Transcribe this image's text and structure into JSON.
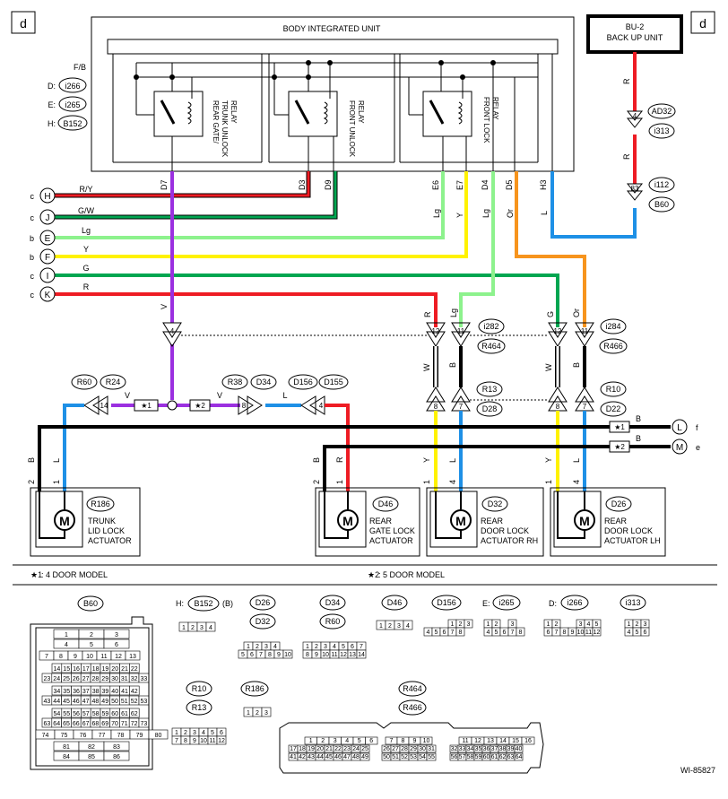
{
  "page_letter": "d",
  "unit_title": "BODY INTEGRATED UNIT",
  "backup_unit": {
    "line1": "BU-2",
    "line2": "BACK UP UNIT"
  },
  "fb": {
    "title": "F/B",
    "rows": [
      {
        "key": "D:",
        "code": "i266"
      },
      {
        "key": "E:",
        "code": "i265"
      },
      {
        "key": "H:",
        "code": "B152"
      }
    ]
  },
  "relays": [
    {
      "lines": [
        "REAR GATE/",
        "TRUNK UNLOCK",
        "RELAY"
      ]
    },
    {
      "lines": [
        "FRONT UNLOCK",
        "RELAY"
      ]
    },
    {
      "lines": [
        "FRONT LOCK",
        "RELAY"
      ]
    }
  ],
  "pins": [
    "D7",
    "D3",
    "D9",
    "E6",
    "E7",
    "D4",
    "D5",
    "H3"
  ],
  "wire_colors": [
    "R/Y",
    "G/W",
    "Lg",
    "Y",
    "G",
    "R",
    "V",
    "Lg",
    "Y",
    "Lg",
    "Or",
    "L",
    "B",
    "W"
  ],
  "bus_lines": [
    {
      "side": "c",
      "node": "H",
      "label": "R/Y"
    },
    {
      "side": "c",
      "node": "J",
      "label": "G/W"
    },
    {
      "side": "b",
      "node": "E",
      "label": "Lg"
    },
    {
      "side": "b",
      "node": "F",
      "label": "Y"
    },
    {
      "side": "c",
      "node": "I",
      "label": "G"
    },
    {
      "side": "c",
      "node": "K",
      "label": "R"
    }
  ],
  "connectors": {
    "ad32": "AD32",
    "i313": "i313",
    "i112": "i112",
    "b60": "B60",
    "i282": "i282",
    "r464": "R464",
    "i284": "i284",
    "r466": "R466",
    "r13": "R13",
    "d28": "D28",
    "r10": "R10",
    "d22": "D22",
    "r60": "R60",
    "r24": "R24",
    "r38": "R38",
    "d34": "D34",
    "d156": "D156",
    "d155": "D155"
  },
  "pin_numbers": {
    "p4": "4",
    "p83": "83",
    "p14": "14",
    "p8": "8",
    "p12": "12",
    "p11": "11",
    "p7": "7",
    "p2": "2",
    "p1": "1"
  },
  "splice": {
    "s1": "★1",
    "s2": "★2"
  },
  "right_ends": [
    {
      "node": "L",
      "side": "f",
      "label": "B",
      "mark": "★1"
    },
    {
      "node": "M",
      "side": "e",
      "label": "B",
      "mark": "★2"
    }
  ],
  "actuators": [
    {
      "conn": "R186",
      "lines": [
        "TRUNK",
        "LID LOCK",
        "ACTUATOR"
      ]
    },
    {
      "conn": "D46",
      "lines": [
        "REAR",
        "GATE LOCK",
        "ACTUATOR"
      ]
    },
    {
      "conn": "D32",
      "lines": [
        "REAR",
        "DOOR LOCK",
        "ACTUATOR RH"
      ]
    },
    {
      "conn": "D26",
      "lines": [
        "REAR",
        "DOOR LOCK",
        "ACTUATOR LH"
      ]
    }
  ],
  "motor_symbol": "M",
  "notes": [
    {
      "mark": "★1",
      "text": ": 4 DOOR MODEL"
    },
    {
      "mark": "★2",
      "text": ": 5 DOOR MODEL"
    }
  ],
  "footer_connectors": {
    "b60": "B60",
    "h_prefix": "H:",
    "b152": "B152",
    "b_suffix": "(B)",
    "d26": "D26",
    "d32": "D32",
    "d34": "D34",
    "r60": "R60",
    "d46": "D46",
    "d156": "D156",
    "e_prefix": "E:",
    "i265": "i265",
    "d_prefix": "D:",
    "i266": "i266",
    "i313": "i313",
    "r10": "R10",
    "r13": "R13",
    "r186": "R186",
    "r464": "R464",
    "r466": "R466"
  },
  "figure_id": "WI-85827",
  "colors": {
    "red": "#ee1c24",
    "green": "#00a651",
    "light_green": "#8df28d",
    "yellow": "#fff200",
    "violet": "#9b30e0",
    "blue": "#1e90e6",
    "orange": "#f7941d",
    "black": "#000000"
  }
}
